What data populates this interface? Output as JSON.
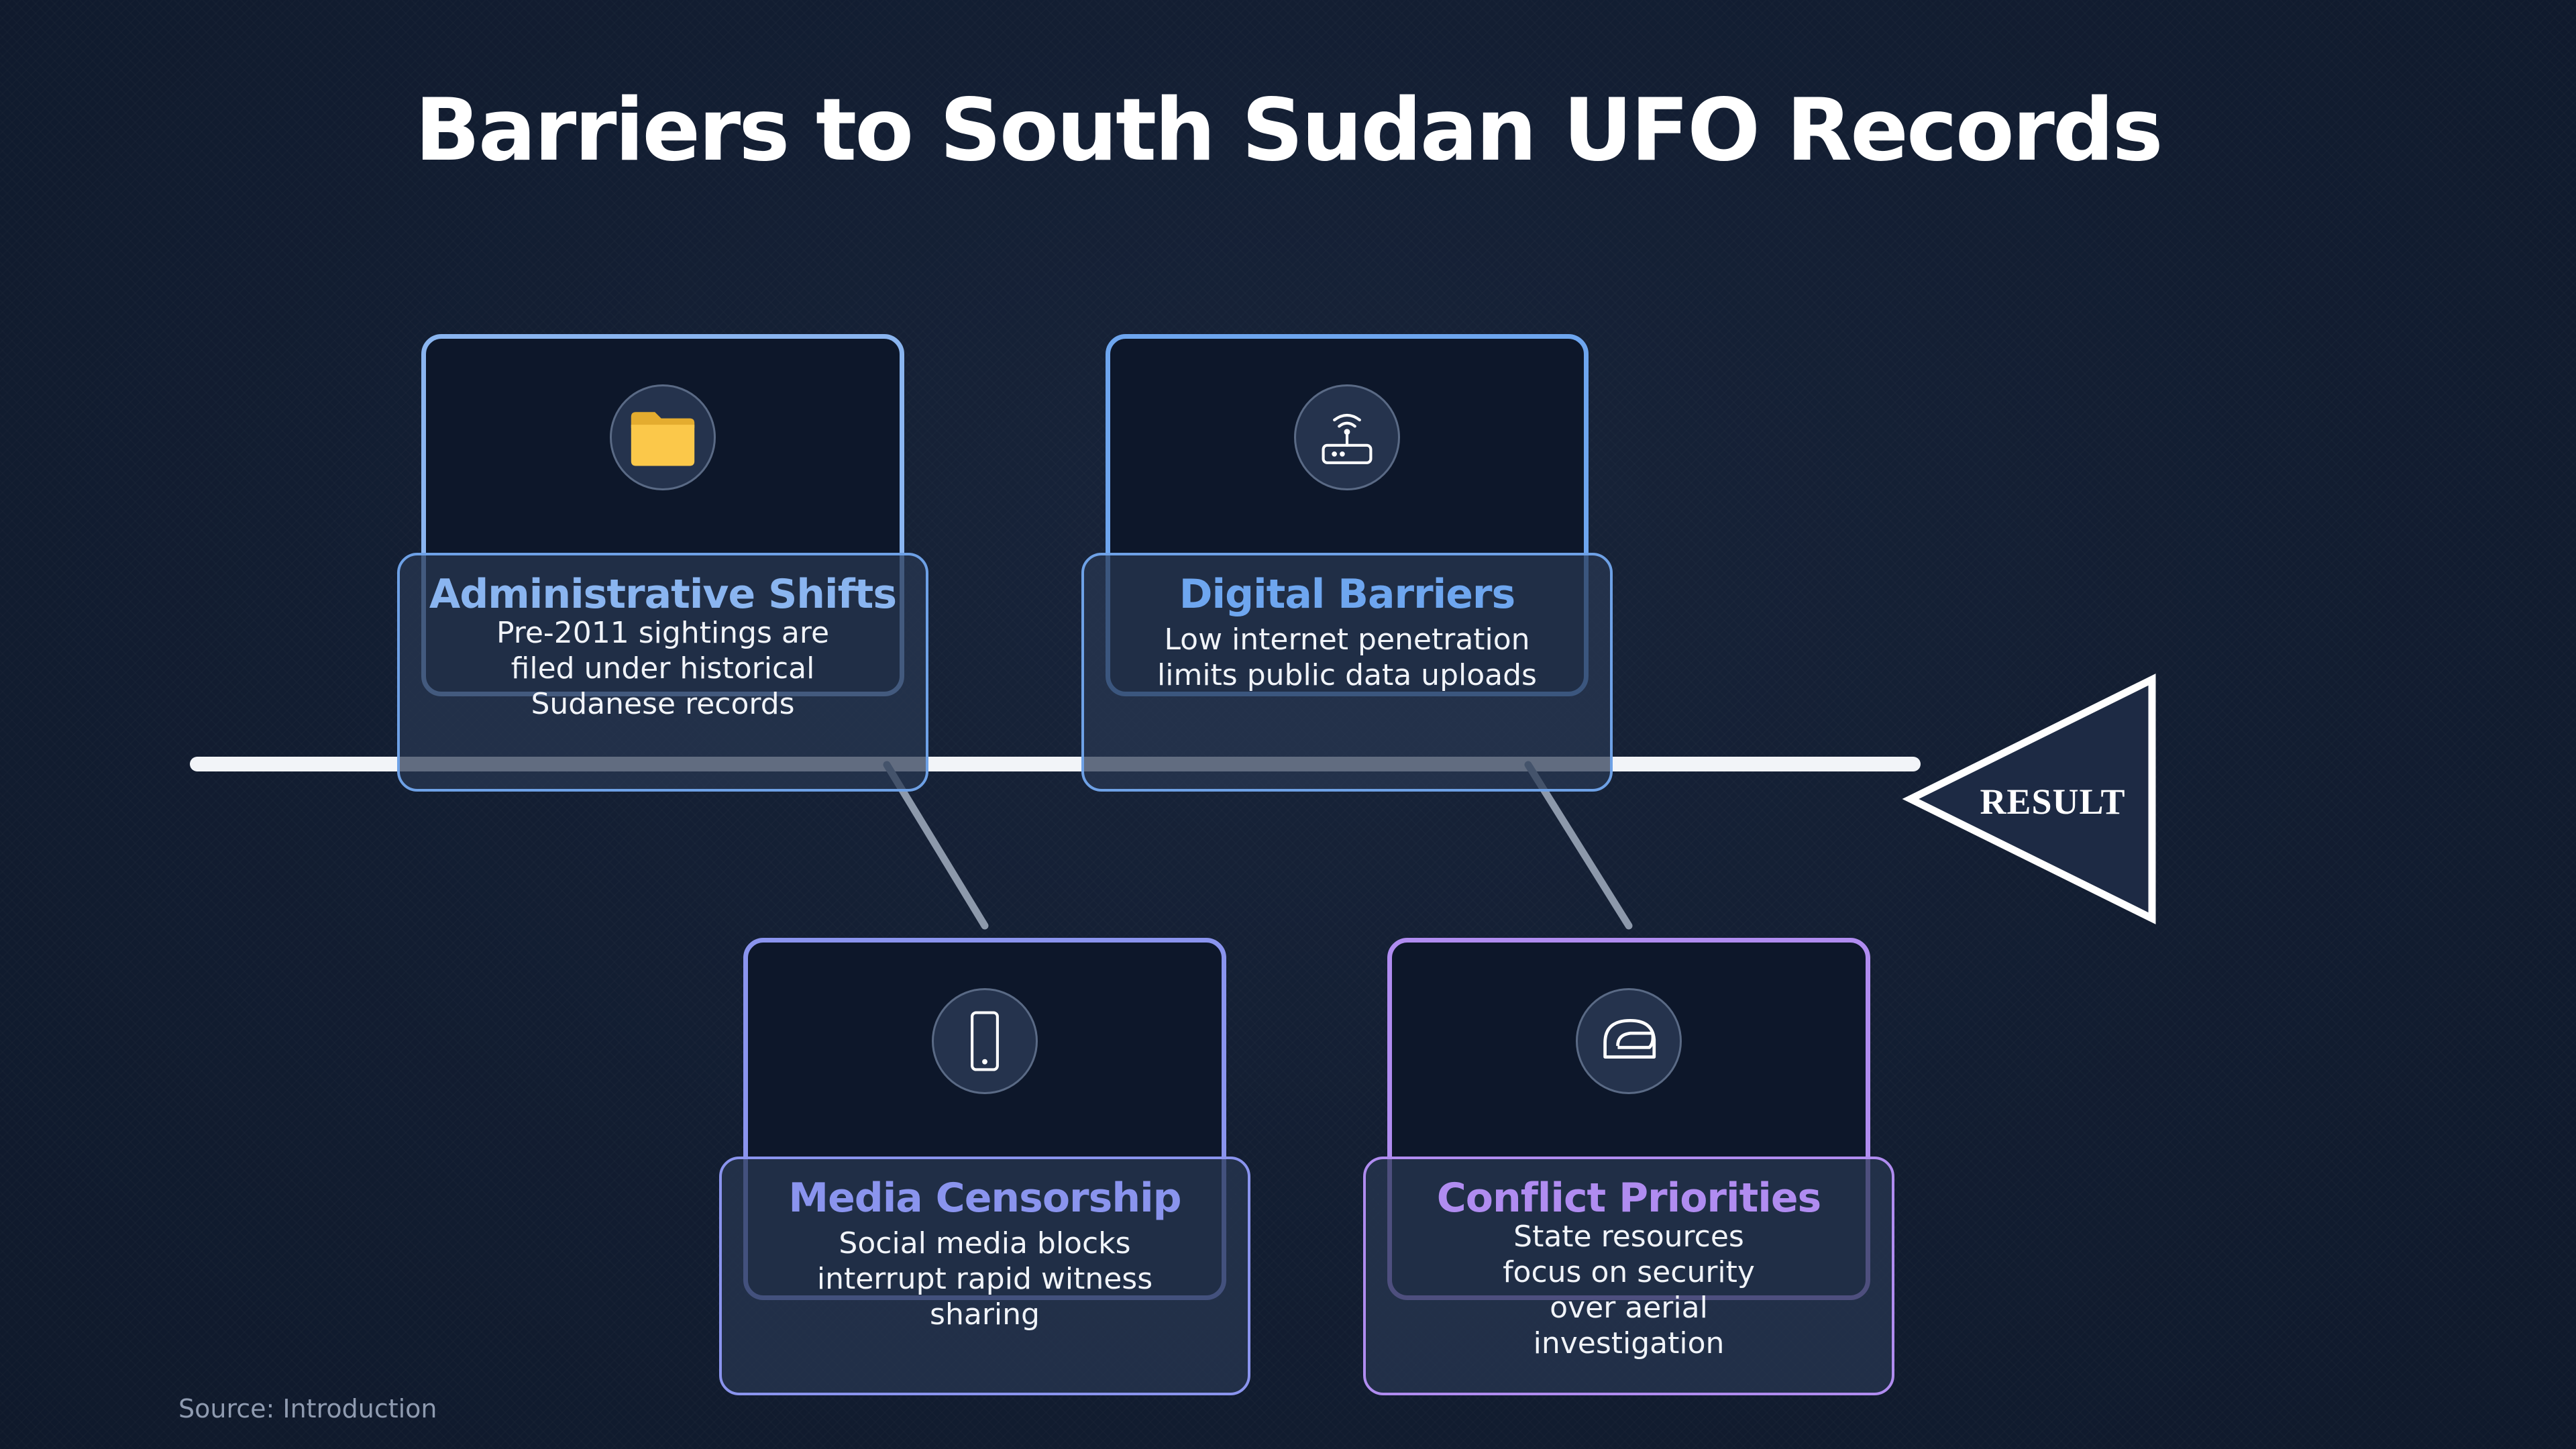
{
  "title": "Barriers to South Sudan UFO Records",
  "result_label": "RESULT",
  "source": "Source: Introduction",
  "colors": {
    "background": "#121d31",
    "spine": "#f2f4f8",
    "branch": "#8d99ab",
    "blue_accent": "#8ab5f0",
    "indigo_accent": "#8a94ee",
    "violet_accent": "#b08cf0",
    "folder_icon": "#fbc84a"
  },
  "causes": [
    {
      "title": "Administrative Shifts",
      "description": "Pre-2011 sightings are filed under historical Sudanese records",
      "icon": "folder-icon",
      "title_color": "#8ab5f0"
    },
    {
      "title": "Digital Barriers",
      "description": "Low internet penetration limits public data uploads",
      "icon": "router-icon",
      "title_color": "#6ea6ef"
    },
    {
      "title": "Media Censorship",
      "description": "Social media blocks interrupt rapid witness sharing",
      "icon": "phone-icon",
      "title_color": "#8a94ee"
    },
    {
      "title": "Conflict Priorities",
      "description": "State resources focus on security over aerial investigation",
      "icon": "helmet-icon",
      "title_color": "#b08cf0"
    }
  ]
}
